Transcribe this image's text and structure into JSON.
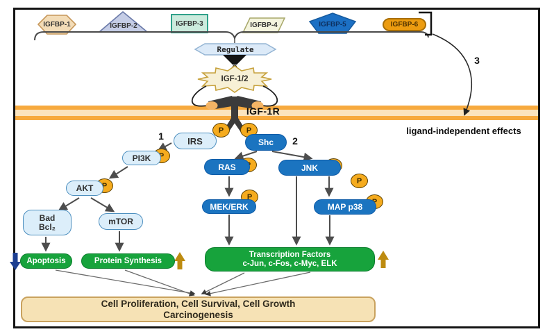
{
  "igfbps": [
    {
      "label": "IGFBP-1",
      "shape": "hexagon",
      "fill": "#F3DCB7",
      "border": "#C6975A"
    },
    {
      "label": "IGFBP-2",
      "shape": "triangle",
      "fill": "#C5CDE6",
      "border": "#6A79A8"
    },
    {
      "label": "IGFBP-3",
      "shape": "rectangle",
      "fill": "#CBEBDD",
      "border": "#2FA18A"
    },
    {
      "label": "IGFBP-4",
      "shape": "parallelogram",
      "fill": "#F4F4DE",
      "border": "#A8A86A"
    },
    {
      "label": "IGFBP-5",
      "shape": "pentagon",
      "fill": "#1C70C4",
      "border": "#155A9E"
    },
    {
      "label": "IGFBP-6",
      "shape": "rounded-pill",
      "fill": "#EC9C10",
      "border": "#A86E04"
    }
  ],
  "regulate_label": "Regulate",
  "igf_ligand_label": "IGF-1/2",
  "receptor_label": "IGF-1R",
  "phospho_label": "P",
  "branch_numbers": {
    "irs_branch": "1",
    "shc_branch": "2",
    "ligand_independent": "3"
  },
  "membrane_note": {
    "label": "ligand-independent effects"
  },
  "nodes": {
    "irs": "IRS",
    "shc": "Shc",
    "pi3k": "PI3K",
    "akt": "AKT",
    "bad": "Bad",
    "bcl2": "Bcl₂",
    "mtor": "mTOR",
    "ras": "RAS",
    "jnk": "JNK",
    "mek_erk": "MEK/ERK",
    "map_p38": "MAP p38"
  },
  "outcomes": {
    "apoptosis": "Apoptosis",
    "protein_synthesis": "Protein Synthesis",
    "tf_line1": "Transcription Factors",
    "tf_line2": "c-Jun, c-Fos, c-Myc, ELK"
  },
  "result_box": {
    "line1": "Cell Proliferation, Cell Survival, Cell Growth",
    "line2": "Carcinogenesis"
  },
  "colors": {
    "membrane_orange": "#F7AA3E",
    "phospho_fill": "#F5AB1E",
    "blue_node": "#1B74C0",
    "light_node": "#DCEEFA",
    "green_node": "#17A33C",
    "result_fill": "#F6E2B5",
    "down_arrow_blue": "#1D3E91",
    "up_arrow_gold": "#BD8B10"
  }
}
